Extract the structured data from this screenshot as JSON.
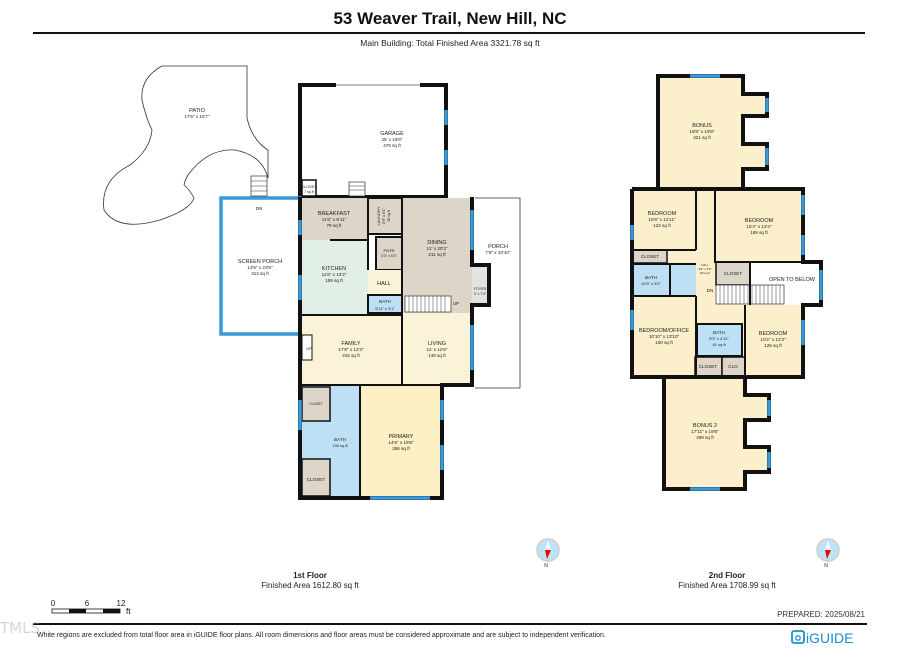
{
  "header": {
    "title": "53 Weaver Trail, New Hill, NC",
    "subtitle": "Main Building: Total Finished Area 3321.78 sq ft"
  },
  "floor1": {
    "label": "1st Floor",
    "area": "Finished Area 1612.80 sq ft",
    "rooms": {
      "patio": {
        "name": "PATIO",
        "dims": "17'5\" x 16'7\""
      },
      "garage": {
        "name": "GARAGE",
        "dims": "25' x 19'8\"",
        "area": "479 sq ft"
      },
      "garage_closet": {
        "name": "CLOSET",
        "area": "7 sq ft"
      },
      "screen_porch": {
        "name": "SCREEN PORCH",
        "dims": "13'5\" x 23'5\"",
        "area": "313 sq ft"
      },
      "breakfast": {
        "name": "BREAKFAST",
        "dims": "11'6\" x 6'11\"",
        "area": "79 sq ft"
      },
      "laundry": {
        "name": "LAUNDRY",
        "dims": "5'9\" x 6'1\"",
        "area": "35 sq ft"
      },
      "pantry": {
        "name": "PNTR",
        "dims": "4'3\" x 6'3\""
      },
      "kitchen": {
        "name": "KITCHEN",
        "dims": "11'6\" x 13'2\"",
        "area": "159 sq ft"
      },
      "hall": {
        "name": "HALL"
      },
      "bath": {
        "name": "BATH",
        "dims": "5'11\" x 3'1\""
      },
      "dining": {
        "name": "DINING",
        "dims": "12' x 20'3\"",
        "area": "211 sq ft"
      },
      "porch": {
        "name": "PORCH",
        "dims": "7'8\" x 33'10\""
      },
      "foyer": {
        "name": "FOYER",
        "dims": "3' x 7'4\""
      },
      "family": {
        "name": "FAMILY",
        "dims": "17'8\" x 12'3\"",
        "area": "215 sq ft"
      },
      "living": {
        "name": "LIVING",
        "dims": "12' x 12'5\"",
        "area": "148 sq ft"
      },
      "closet_small": {
        "name": "CLOSET"
      },
      "primary_bath": {
        "name": "BATH",
        "area": "130 sq ft"
      },
      "closet": {
        "name": "CLOSET"
      },
      "primary": {
        "name": "PRIMARY",
        "dims": "14'6\" x 19'8\"",
        "area": "286 sq ft"
      }
    },
    "stairs": {
      "dn": "DN",
      "up": "UP",
      "up2": "UP"
    }
  },
  "floor2": {
    "label": "2nd Floor",
    "area": "Finished Area 1708.99 sq ft",
    "rooms": {
      "bonus": {
        "name": "BONUS",
        "dims": "18'8\" x 19'8\"",
        "area": "321 sq ft"
      },
      "bedroom1": {
        "name": "BEDROOM",
        "dims": "10'9\" x 12'11\"",
        "area": "123 sq ft"
      },
      "closet1": {
        "name": "CLOSET"
      },
      "bath1": {
        "name": "BATH",
        "dims": "10'9\" x 5'2\""
      },
      "hall": {
        "name": "HALL",
        "dims": "3'8\" x 4'9\"",
        "area": "69 sq ft"
      },
      "bedroom2": {
        "name": "BEDROOM",
        "dims": "15'4\" x 12'4\"",
        "area": "189 sq ft"
      },
      "closet2": {
        "name": "CLOSET"
      },
      "open": {
        "name": "OPEN TO BELOW"
      },
      "office": {
        "name": "BEDROOM/OFFICE",
        "dims": "10'10\" x 13'10\"",
        "area": "150 sq ft"
      },
      "bath2": {
        "name": "BATH",
        "dims": "8'3\" x 4'11\"",
        "area": "41 sq ft"
      },
      "closet3": {
        "name": "CLOSET"
      },
      "clo": {
        "name": "CLO"
      },
      "bedroom3": {
        "name": "BEDROOM",
        "dims": "10'2\" x 12'3\"",
        "area": "125 sq ft"
      },
      "bonus2": {
        "name": "BONUS 2",
        "dims": "17'11\" x 19'8\"",
        "area": "299 sq ft"
      }
    },
    "stairs": {
      "dn": "DN"
    }
  },
  "compass": {
    "north": "N"
  },
  "scale": {
    "ticks": [
      "0",
      "6",
      "12"
    ],
    "unit": "ft"
  },
  "prepared": "PREPARED: 2025/08/21",
  "disclaimer": "White regions are excluded from total floor area in iGUIDE floor plans. All room dimensions and floor areas must be considered approximate and are subject to independent verification.",
  "brand": "iGUIDE",
  "watermark": "TMLS",
  "colors": {
    "wall": "#111111",
    "window": "#3a9ad9",
    "cream": "#fbf3d8",
    "beige": "#ddd6c8",
    "bath_blue": "#bde0f5",
    "kitchen_green": "#e2efe6",
    "primary_yellow": "#fdf0c4",
    "brand_blue": "#1a8fd0"
  }
}
